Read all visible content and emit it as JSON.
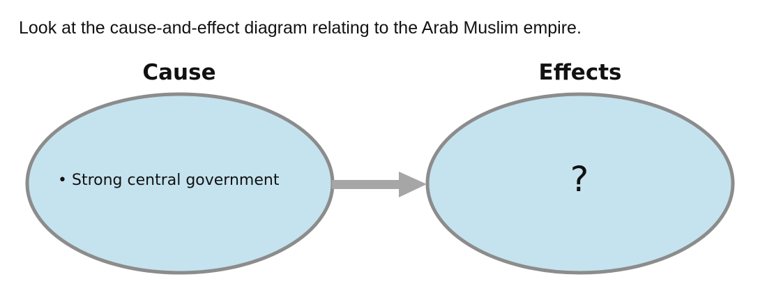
{
  "prompt": "Look at the cause-and-effect diagram relating to the Arab Muslim empire.",
  "cause": {
    "heading": "Cause",
    "bullet": "•",
    "item": "Strong central government"
  },
  "effects": {
    "heading": "Effects",
    "content": "?"
  },
  "colors": {
    "ellipse_fill": "#c5e3ee",
    "ellipse_stroke": "#8c8c8c",
    "arrow": "#a6a6a6"
  }
}
